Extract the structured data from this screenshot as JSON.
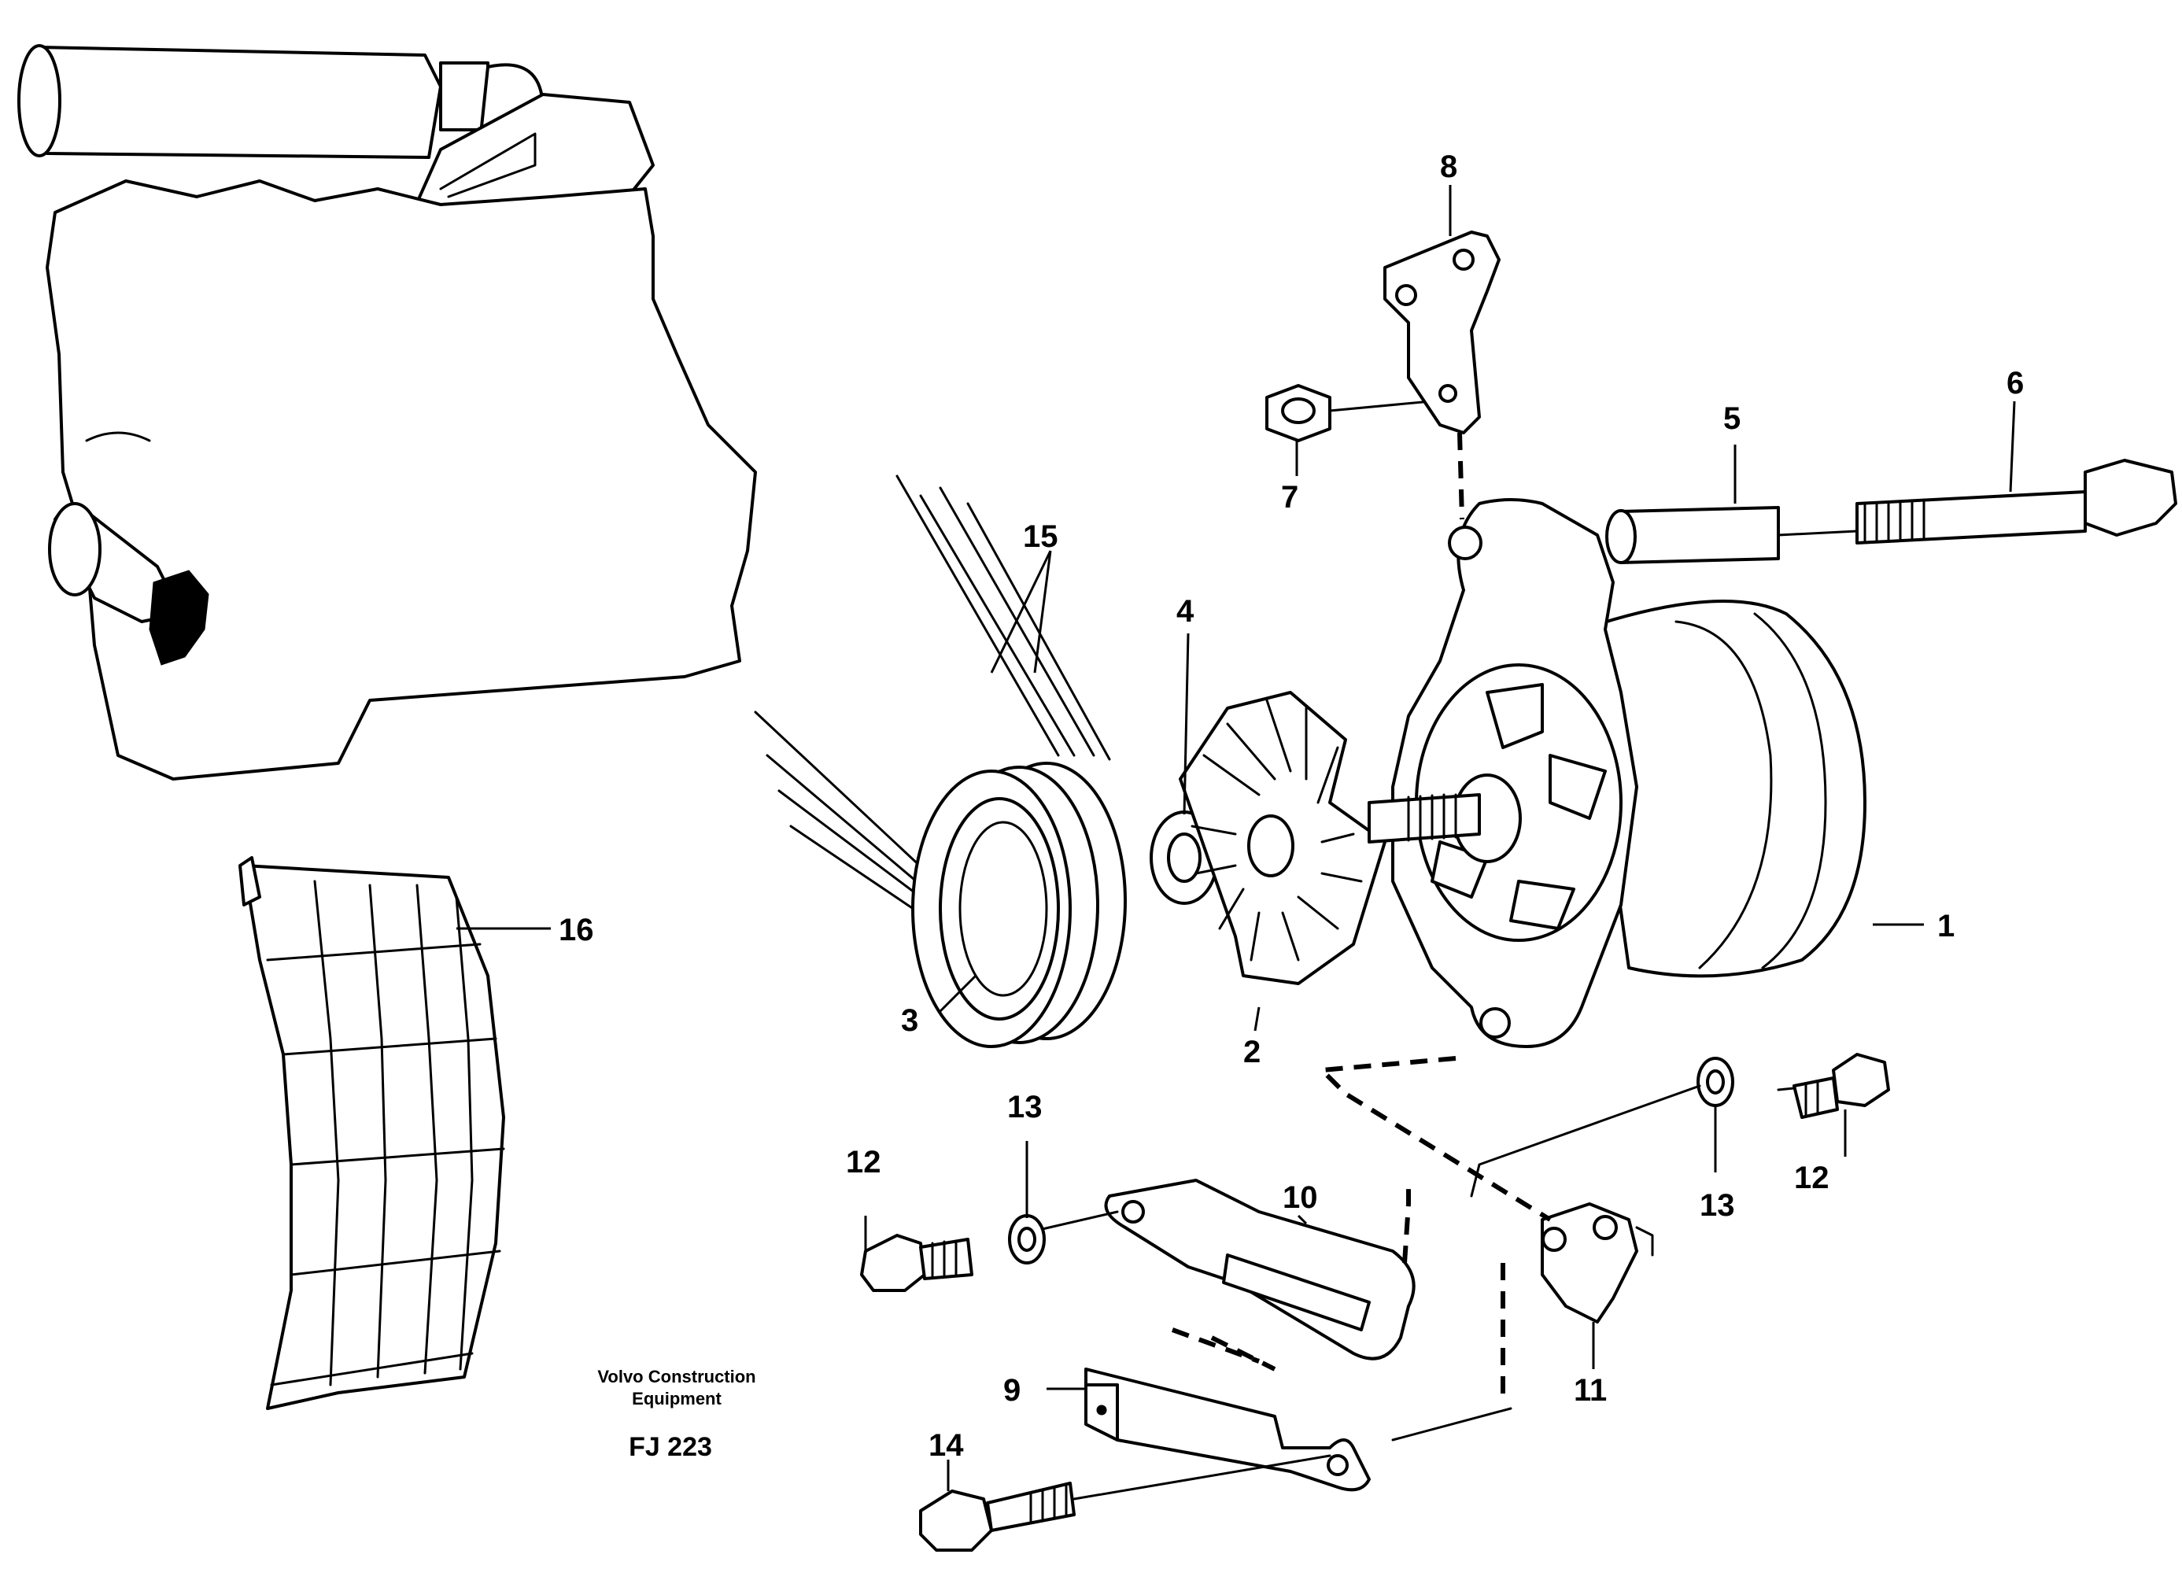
{
  "callouts": {
    "c1": "1",
    "c2": "2",
    "c3": "3",
    "c4": "4",
    "c5": "5",
    "c6": "6",
    "c7": "7",
    "c8": "8",
    "c9": "9",
    "c10": "10",
    "c11": "11",
    "c12a": "12",
    "c12b": "12",
    "c13a": "13",
    "c13b": "13",
    "c14": "14",
    "c15": "15",
    "c16": "16"
  },
  "footer": {
    "brand_line1": "Volvo Construction",
    "brand_line2": "Equipment",
    "code": "FJ 223"
  }
}
